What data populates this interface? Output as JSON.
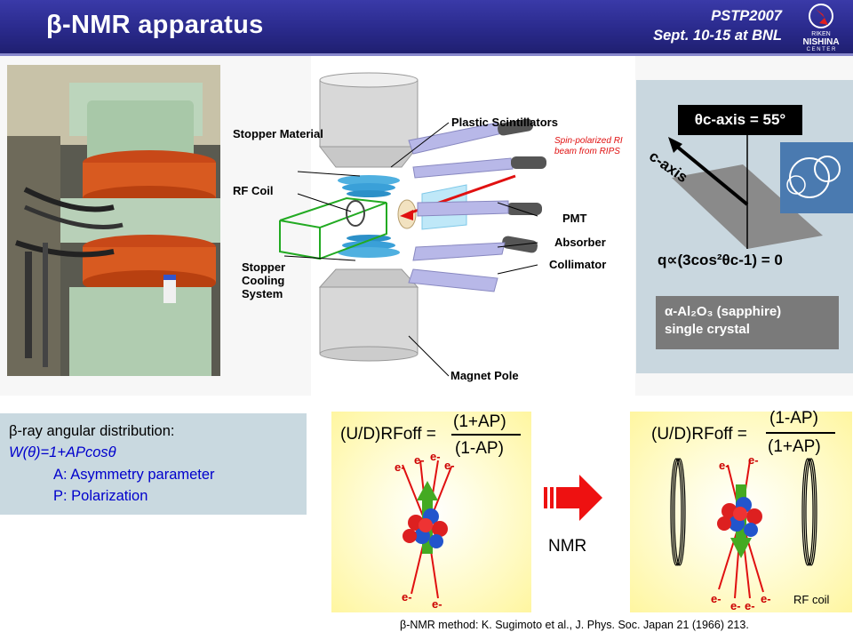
{
  "header": {
    "title": "β-NMR apparatus",
    "conference": "PSTP2007",
    "dates": "Sept. 10-15 at BNL",
    "logo_text": "RIKEN NISHINA CENTER"
  },
  "apparatus": {
    "labels": {
      "stopper_material": "Stopper Material",
      "rf_coil": "RF Coil",
      "stopper_cooling": "Stopper Cooling System",
      "plastic_scintillators": "Plastic Scintillators",
      "spin_polarized": "Spin-polarized RI beam from RIPS",
      "pmt": "PMT",
      "absorber": "Absorber",
      "collimator": "Collimator",
      "magnet_pole": "Magnet Pole"
    }
  },
  "crystal": {
    "theta": "θc-axis = 55°",
    "caxis_label": "c-axis",
    "q_equation": "q∝(3cos²θc-1) = 0",
    "material_line1": "α-Al₂O₃ (sapphire)",
    "material_line2": "single crystal"
  },
  "distribution": {
    "heading": "β-ray angular distribution:",
    "formula": "W(θ)=1+APcosθ",
    "a_def": "A: Asymmetry parameter",
    "p_def": "P: Polarization"
  },
  "left_diagram": {
    "lhs": "(U/D)RFoff =",
    "numerator": "(1+AP)",
    "denominator": "(1-AP)"
  },
  "right_diagram": {
    "lhs": "(U/D)RFoff =",
    "numerator": "(1-AP)",
    "denominator": "(1+AP)",
    "rf_coil": "RF coil"
  },
  "nmr_label": "NMR",
  "electron": "e-",
  "citation": "β-NMR method: K. Sugimoto et al., J. Phys. Soc. Japan 21 (1966) 213.",
  "colors": {
    "header": "#2a2a8c",
    "panel": "#c9d7df",
    "accent_red": "#e02020",
    "arrow_red": "#ee1111"
  }
}
